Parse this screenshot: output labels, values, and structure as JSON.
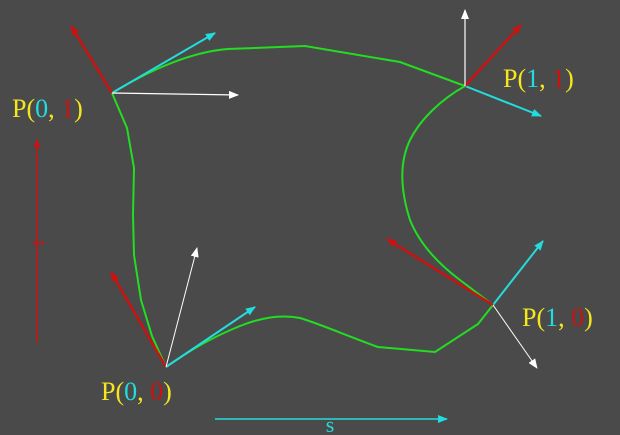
{
  "colors": {
    "background": "#4a4a4a",
    "curve": "#22dd22",
    "s_tangent": "#22dddd",
    "t_tangent": "#cc1111",
    "normal": "#ffffff",
    "label_text": "#f5e61e"
  },
  "labels": {
    "p00": {
      "prefix": "P(",
      "s": "0",
      "sep": ", ",
      "t": "0",
      "suffix": ")"
    },
    "p01": {
      "prefix": "P(",
      "s": "0",
      "sep": ", ",
      "t": "1",
      "suffix": ")"
    },
    "p10": {
      "prefix": "P(",
      "s": "1",
      "sep": ", ",
      "t": "0",
      "suffix": ")"
    },
    "p11": {
      "prefix": "P(",
      "s": "1",
      "sep": ", ",
      "t": "1",
      "suffix": ")"
    }
  },
  "axes": {
    "s_label": "s",
    "t_label": "t"
  }
}
